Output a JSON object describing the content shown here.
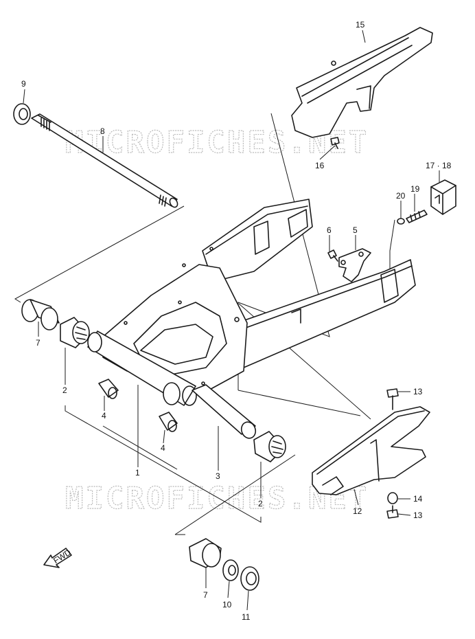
{
  "watermark": {
    "text": "MICROFICHES.NET"
  },
  "fwd_arrow": {
    "label": "FWD"
  },
  "callouts": [
    {
      "id": "c1",
      "label": "1"
    },
    {
      "id": "c2a",
      "label": "2"
    },
    {
      "id": "c2b",
      "label": "2"
    },
    {
      "id": "c3",
      "label": "3"
    },
    {
      "id": "c4a",
      "label": "4"
    },
    {
      "id": "c4b",
      "label": "4"
    },
    {
      "id": "c5",
      "label": "5"
    },
    {
      "id": "c6",
      "label": "6"
    },
    {
      "id": "c7a",
      "label": "7"
    },
    {
      "id": "c7b",
      "label": "7"
    },
    {
      "id": "c8",
      "label": "8"
    },
    {
      "id": "c9",
      "label": "9"
    },
    {
      "id": "c10",
      "label": "10"
    },
    {
      "id": "c11",
      "label": "11"
    },
    {
      "id": "c12",
      "label": "12"
    },
    {
      "id": "c13a",
      "label": "13"
    },
    {
      "id": "c13b",
      "label": "13"
    },
    {
      "id": "c14",
      "label": "14"
    },
    {
      "id": "c15",
      "label": "15"
    },
    {
      "id": "c16",
      "label": "16"
    },
    {
      "id": "c1718",
      "label": "17 · 18"
    },
    {
      "id": "c19",
      "label": "19"
    },
    {
      "id": "c20",
      "label": "20"
    }
  ]
}
